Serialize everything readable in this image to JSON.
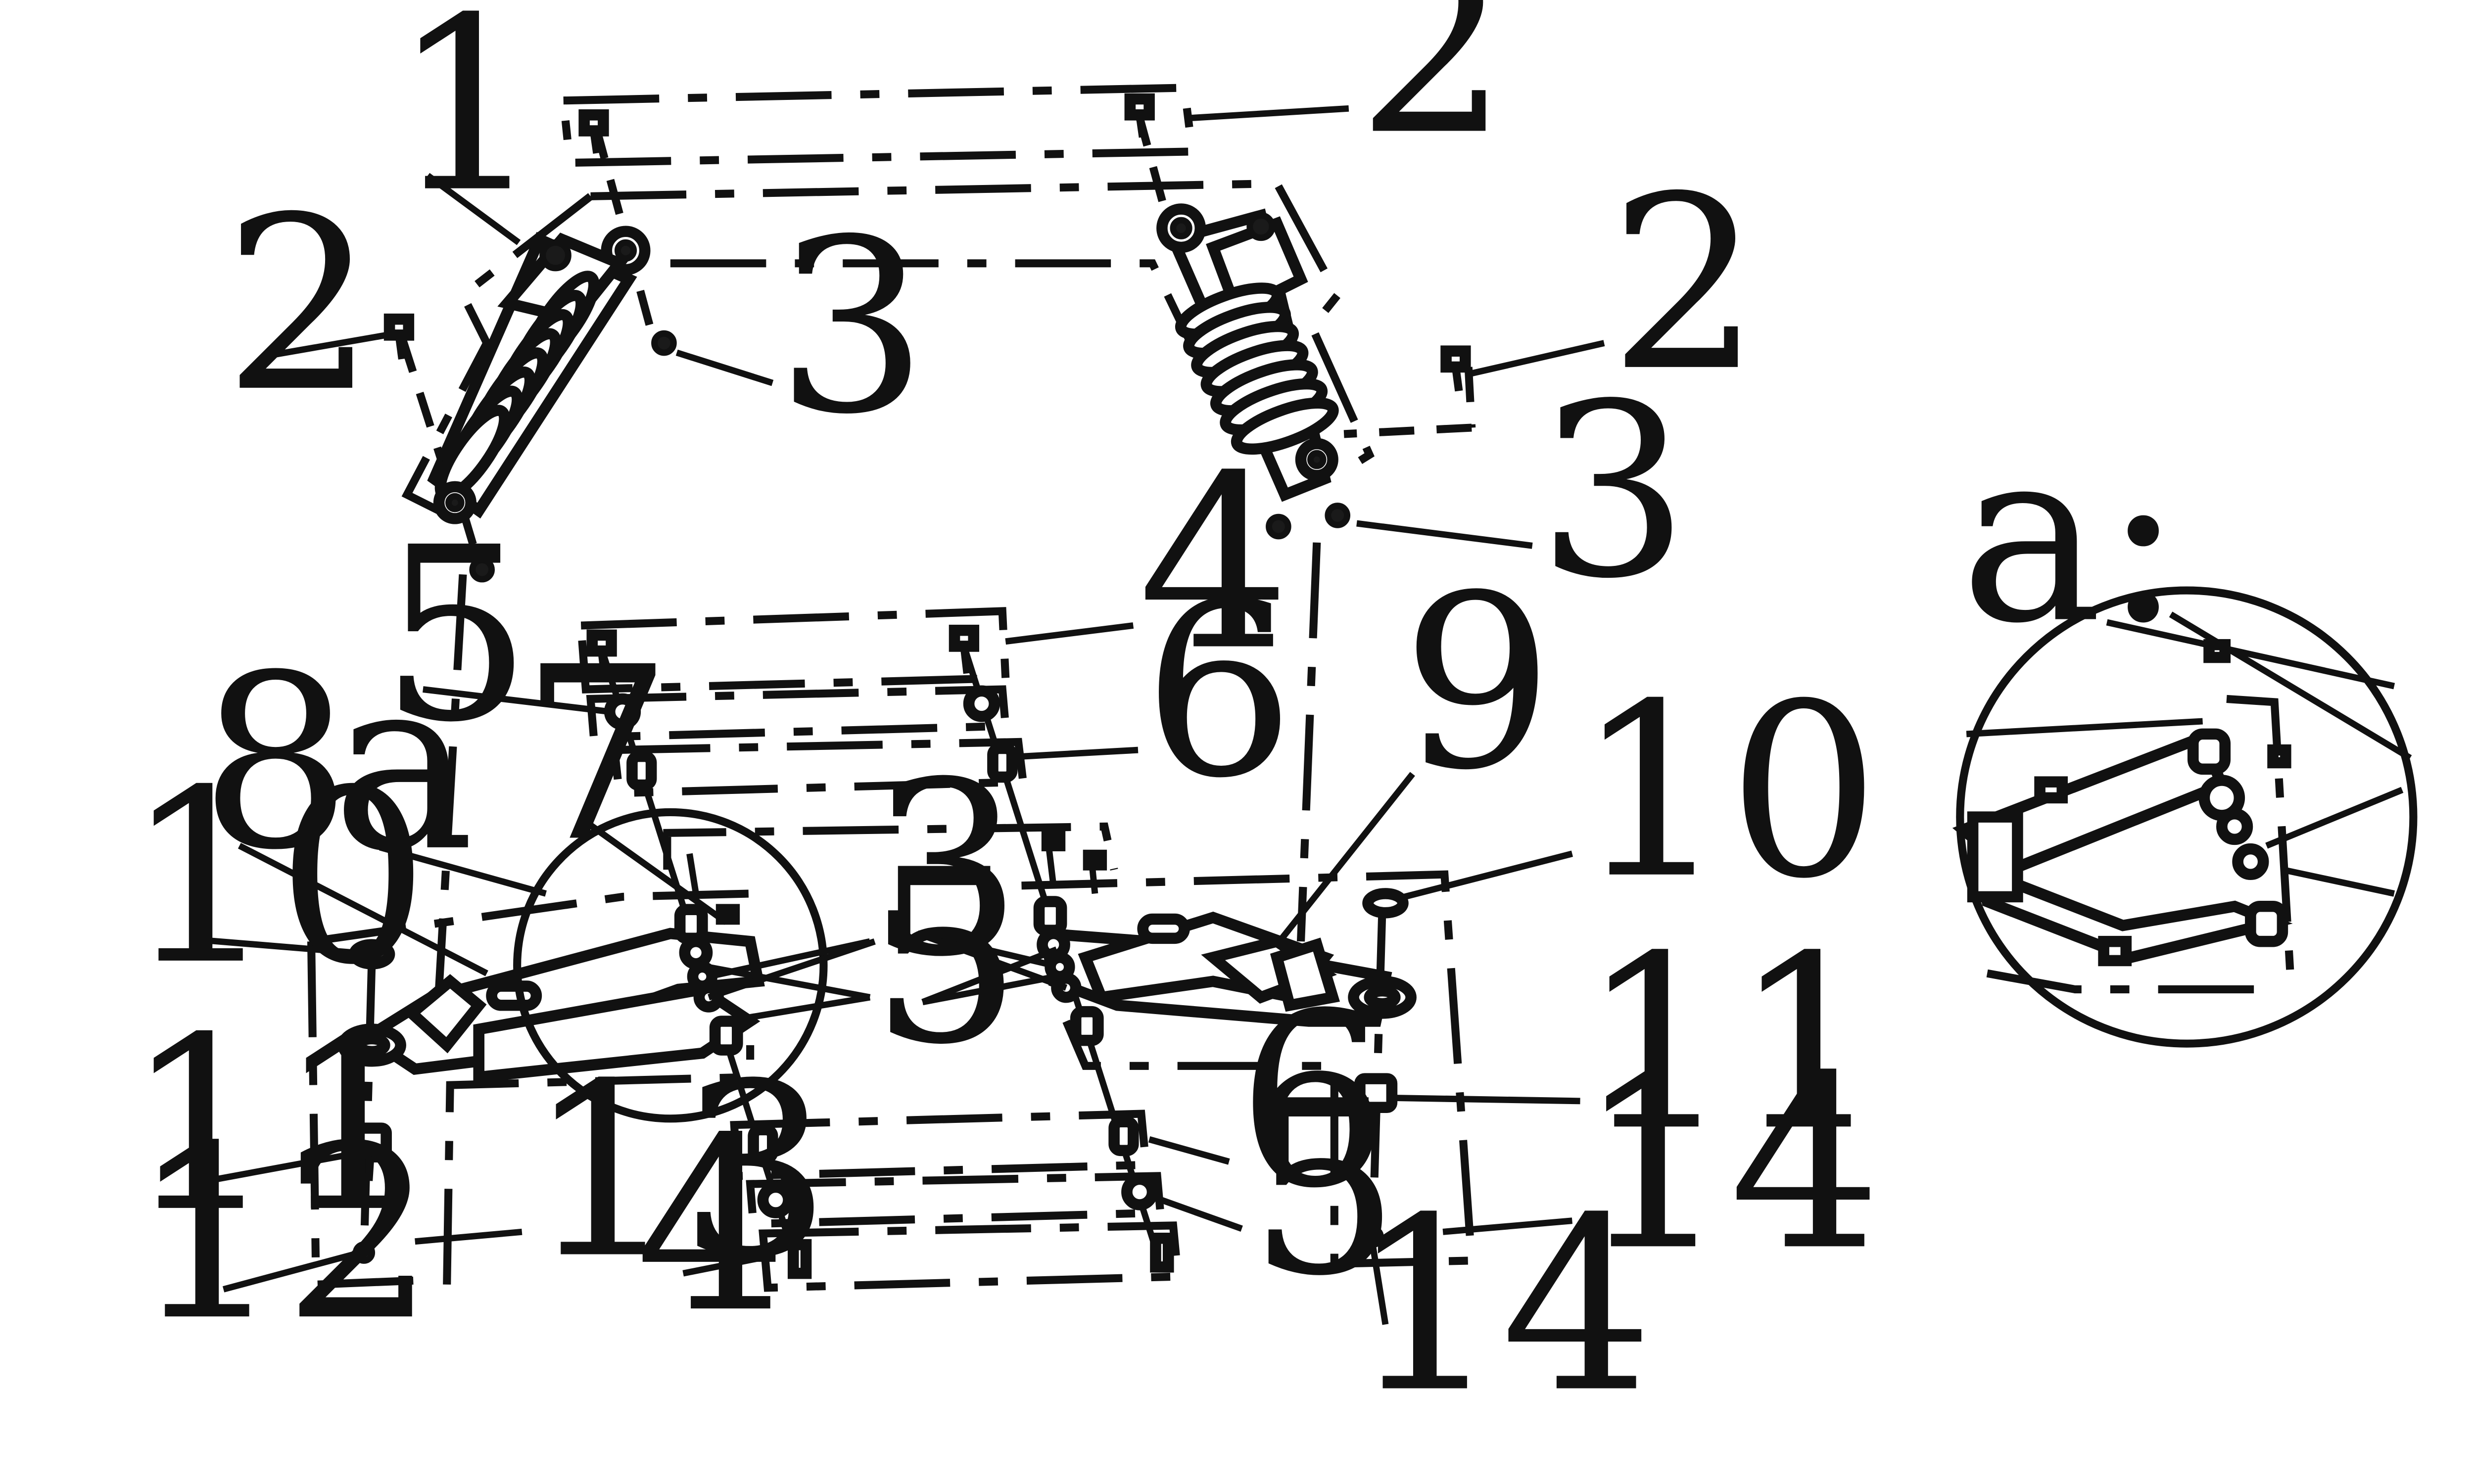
{
  "detail_label": "a:",
  "callouts": [
    "1",
    "2",
    "2",
    "2",
    "3",
    "3",
    "4",
    "5",
    "6",
    "7",
    "a",
    "8",
    "9",
    "10",
    "10",
    "3",
    "3",
    "5",
    "5",
    "11",
    "11",
    "12",
    "13",
    "14",
    "14",
    "6",
    "5",
    "4"
  ]
}
